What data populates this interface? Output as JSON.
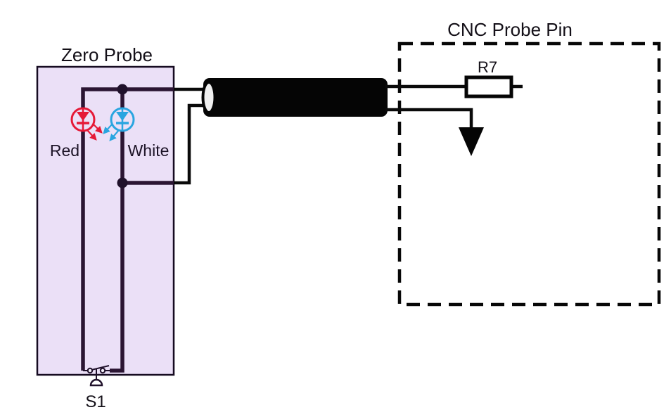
{
  "diagram": {
    "type": "circuit-schematic",
    "zero_probe": {
      "title": "Zero Probe",
      "red_led_label": "Red",
      "white_led_label": "White",
      "switch_label": "S1",
      "box_fill": "#ebe0f7",
      "box_border": "#160b21",
      "wire_color": "#2b1533",
      "red_led_color": "#e51937",
      "white_led_color": "#2aa5e0"
    },
    "cnc_probe_pin": {
      "title": "CNC Probe Pin",
      "resistor_label": "R7",
      "border_color": "#070707",
      "border_style": "dashed"
    },
    "cable": {
      "body_color": "#050505",
      "end_cap_color": "#f0f0f0"
    },
    "outer_wire_color": "#0a0a0a",
    "components": [
      {
        "name": "red-led",
        "symbol": "led-diode-down-with-emission-arrows",
        "color": "#e51937"
      },
      {
        "name": "white-led",
        "symbol": "led-diode-down-with-emission-arrows",
        "color": "#2aa5e0"
      },
      {
        "name": "push-button-switch",
        "ref": "S1"
      },
      {
        "name": "resistor",
        "ref": "R7"
      },
      {
        "name": "ground-symbol",
        "symbol": "filled-down-triangle"
      },
      {
        "name": "shielded-cable",
        "symbol": "thick-black-cylinder"
      }
    ]
  }
}
